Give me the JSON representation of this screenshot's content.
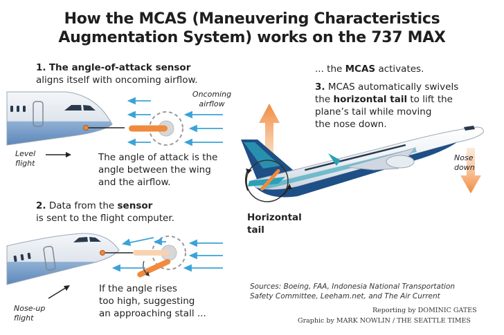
{
  "title_line1": "How the MCAS (Maneuvering Characteristics",
  "title_line2": "Augmentation System) works on the 737 MAX",
  "step1": {
    "num": "1.",
    "bold": "The angle-of-attack sensor",
    "rest": "aligns itself with oncoming airflow."
  },
  "oncoming_airflow": [
    "Oncoming",
    "airflow"
  ],
  "level_flight": [
    "Level",
    "flight"
  ],
  "aoa_text": [
    "The angle of attack is the",
    "angle between the wing",
    "and the airflow."
  ],
  "step2": {
    "num": "2.",
    "pre": "Data from the",
    "bold": "sensor",
    "rest": "is sent to the flight computer."
  },
  "noseup": [
    "Nose-up",
    "flight"
  ],
  "rise_text": [
    "If the angle rises",
    "too high, suggesting",
    "an approaching stall ..."
  ],
  "activates": {
    "pre": "... the",
    "bold": "MCAS",
    "post": "activates."
  },
  "step3": {
    "num": "3.",
    "line1": "MCAS automatically swivels",
    "pre2": "the",
    "bold2": "horizontal tail",
    "post2": "to lift the",
    "line3": "plane’s tail while moving",
    "line4": "the nose down."
  },
  "nose_down": [
    "Nose",
    "down"
  ],
  "horizontal_tail": [
    "Horizontal",
    "tail"
  ],
  "sources": [
    "Sources: Boeing, FAA, Indonesia National Transportation",
    "Safety Committee, Leeham.net, and The Air Current"
  ],
  "reporting": "Reporting by DOMINIC GATES",
  "graphic": "Graphic by MARK NOWLIN / THE SEATTLE TIMES",
  "colors": {
    "orange": "#f08a3c",
    "blue_arrow": "#3aa3d8",
    "fuselage_dark": "#1e4f86",
    "tail_teal": "#2aa0b8"
  }
}
